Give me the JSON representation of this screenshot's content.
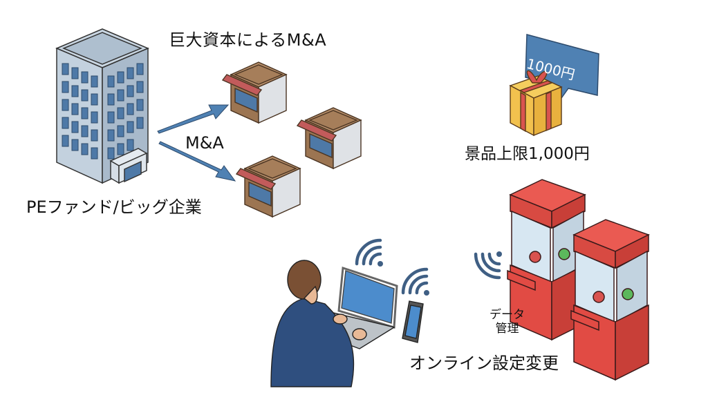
{
  "labels": {
    "ma_headline": "巨大資本によるM&A",
    "ma_arrow": "M&A",
    "acquirer": "PEファンド/ビッグ企業",
    "price_tag": "1000円",
    "prize_limit": "景品上限1,000円",
    "data_management_line1": "データ",
    "data_management_line2": "管理",
    "online_settings": "オンライン設定変更"
  },
  "icons": [
    "office-building-icon",
    "shop-icon",
    "arrow-icon",
    "gift-box-icon",
    "price-tag-icon",
    "person-with-laptop-icon",
    "smartphone-icon",
    "wifi-signal-icon",
    "crane-game-machine-icon"
  ],
  "colors": {
    "building": "#b9c9d8",
    "window": "#4e79a7",
    "shop_roof": "#a9825f",
    "awning_red": "#c25b5b",
    "arrow": "#4f81b3",
    "gift": "#f2c14e",
    "ribbon": "#d9534f",
    "tag": "#4f81b3",
    "machine": "#e0463f",
    "suit": "#2f4f7f"
  }
}
